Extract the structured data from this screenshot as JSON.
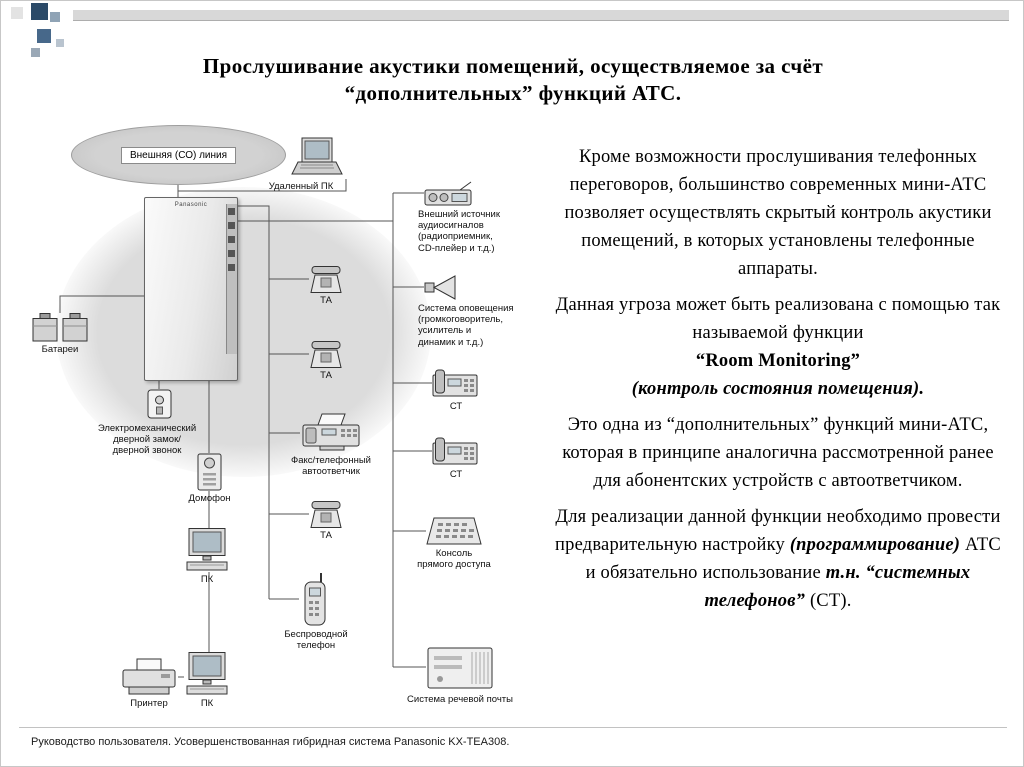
{
  "slide": {
    "title": "Прослушивание акустики помещений, осуществляемое за счёт\n“дополнительных” функций АТС.",
    "footer": "Руководство пользователя. Усовершенствованная гибридная система Panasonic KX-TEA308."
  },
  "colors": {
    "accent_navy": "#2b4a68",
    "decoration_gray": "#d8d8d8",
    "wire_gray": "#555555"
  },
  "diagram": {
    "pbx_brand": "Panasonic",
    "labels": {
      "co_line": "Внешняя (СО) линия",
      "remote_pc": "Удаленный ПК",
      "audio_source": "Внешний источник\nаудиосигналов\n(радиоприемник,\nCD-плейер и т.д.)",
      "paging": "Система оповещения\n(громкоговоритель,\nусилитель и\nдинамик и т.д.)",
      "ta1": "ТА",
      "ta2": "ТА",
      "ta3": "ТА",
      "st1": "СТ",
      "st2": "СТ",
      "batteries": "Батареи",
      "door_lock": "Электромеханический\nдверной замок/\nдверной звонок",
      "doorphone": "Домофон",
      "fax": "Факс/телефонный\nавтоответчик",
      "console": "Консоль\nпрямого доступа",
      "pc1": "ПК",
      "pc2": "ПК",
      "cordless": "Беспроводной\nтелефон",
      "printer": "Принтер",
      "voicemail": "Система речевой почты"
    }
  },
  "body": {
    "p1": "Кроме возможности прослушивания телефонных переговоров, большинство современных мини-АТС позволяет осуществлять скрытый контроль акустики помещений, в которых установлены телефонные аппараты.",
    "p2_lead": "Данная угроза может быть реализована с помощью так называемой функции",
    "p2_feature": "“Room Monitoring”",
    "p2_translation": "(контроль состояния помещения).",
    "p3": "Это одна из “дополнительных” функций мини-АТС, которая в принципе аналогична рассмотренной ранее для абонентских устройств с автоответчиком.",
    "p4_a": "Для реализации данной функции необходимо провести предварительную настройку ",
    "p4_b": "(программирование)",
    "p4_c": " АТС и обязательно использование ",
    "p4_d": "т.н.",
    "p4_e": " “системных телефонов”",
    "p4_f": " (СТ)."
  }
}
